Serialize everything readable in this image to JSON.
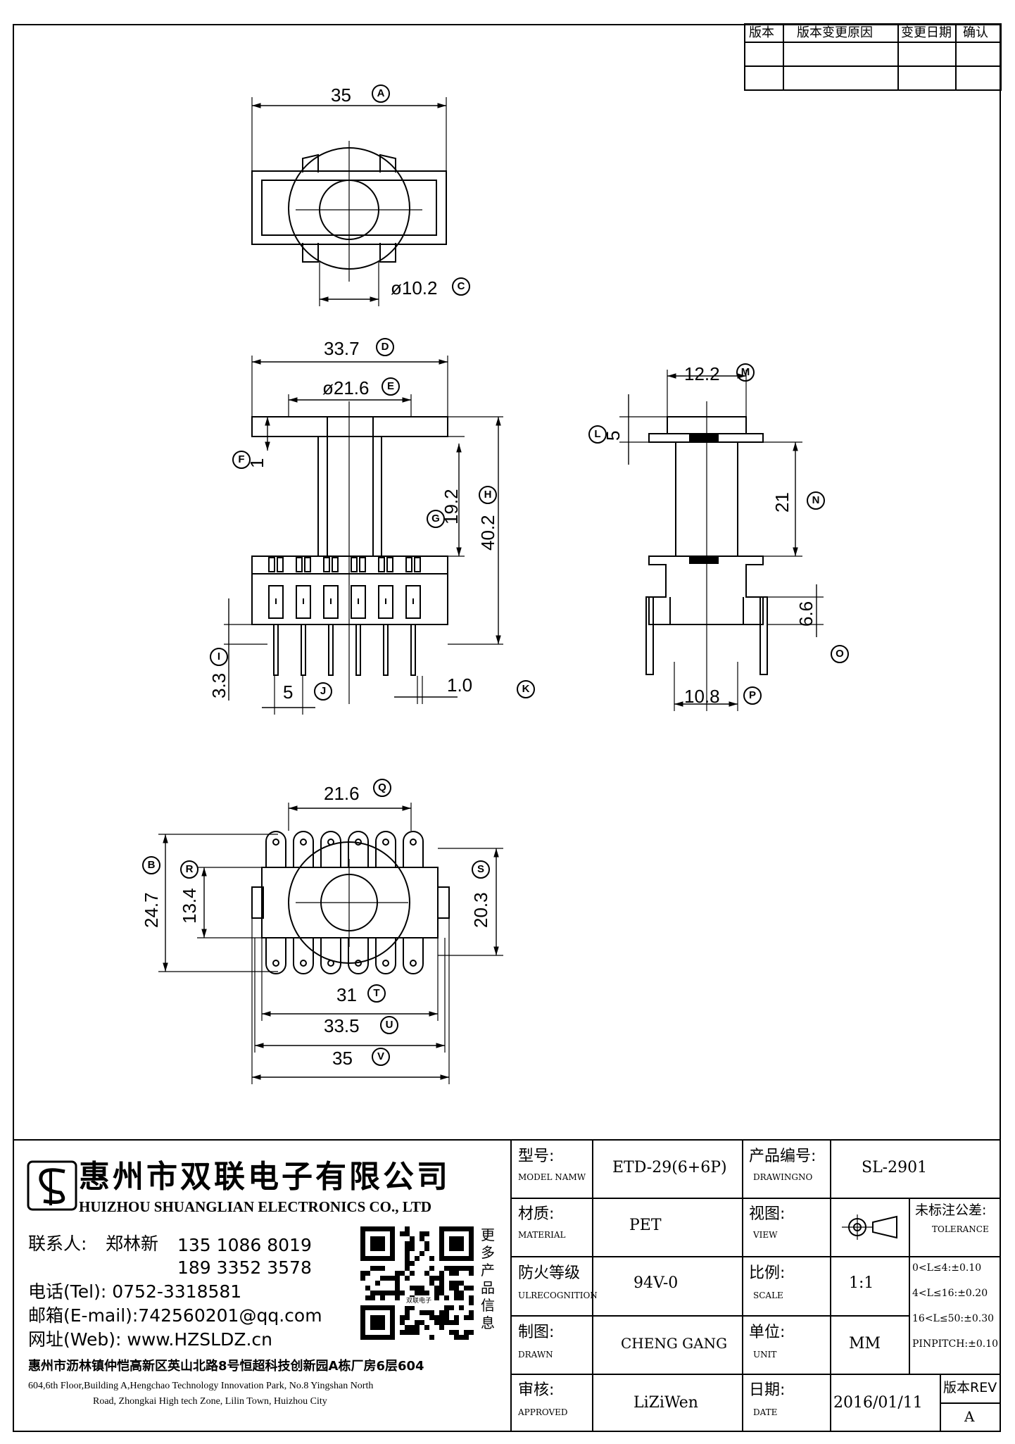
{
  "revision_table": {
    "headers": [
      "版本",
      "版本变更原因",
      "变更日期",
      "确认"
    ]
  },
  "dimensions": {
    "A": {
      "value": "35",
      "letter": "A"
    },
    "C": {
      "value": "ø10.2",
      "letter": "C"
    },
    "D": {
      "value": "33.7",
      "letter": "D"
    },
    "E": {
      "value": "ø21.6",
      "letter": "E"
    },
    "F": {
      "value": "1",
      "letter": "F"
    },
    "G": {
      "value": "19.2",
      "letter": "G"
    },
    "H": {
      "value": "40.2",
      "letter": "H"
    },
    "I": {
      "value": "3.3",
      "letter": "I"
    },
    "J": {
      "value": "5",
      "letter": "J"
    },
    "K": {
      "value": "1.0",
      "letter": "K"
    },
    "L": {
      "value": "5",
      "letter": "L"
    },
    "M": {
      "value": "12.2",
      "letter": "M"
    },
    "N": {
      "value": "21",
      "letter": "N"
    },
    "O": {
      "value": "6.6",
      "letter": "O"
    },
    "P": {
      "value": "10.8",
      "letter": "P"
    },
    "Q": {
      "value": "21.6",
      "letter": "Q"
    },
    "B": {
      "value": "24.7",
      "letter": "B"
    },
    "R": {
      "value": "13.4",
      "letter": "R"
    },
    "S": {
      "value": "20.3",
      "letter": "S"
    },
    "T": {
      "value": "31",
      "letter": "T"
    },
    "U": {
      "value": "33.5",
      "letter": "U"
    },
    "V": {
      "value": "35",
      "letter": "V"
    }
  },
  "company": {
    "name_cn": "惠州市双联电子有限公司",
    "name_en": "HUIZHOU SHUANGLIAN ELECTRONICS CO., LTD",
    "contact_label": "联系人:",
    "contact_name": "郑林新",
    "phone1": "135 1086 8019",
    "phone2": "189 3352 3578",
    "tel": "电话(Tel): 0752-3318581",
    "email": "邮箱(E-mail):742560201@qq.com",
    "web": "网址(Web): www.HZSLDZ.cn",
    "more_info": "更多产品信息",
    "address_cn": "惠州市沥林镇仲恺高新区英山北路8号恒超科技创新园A栋厂房6层604",
    "address_en_1": "604,6th Floor,Building A,Hengchao Technology Innovation Park, No.8 Yingshan North",
    "address_en_2": "Road, Zhongkai High tech Zone, Lilin Town, Huizhou City",
    "qr_caption": "双联电子"
  },
  "title_block": {
    "model_label_cn": "型号:",
    "model_label_en": "MODEL NAMW",
    "model_value": "ETD-29(6+6P)",
    "drawingno_label_cn": "产品编号:",
    "drawingno_label_en": "DRAWINGNO",
    "drawingno_value": "SL-2901",
    "material_label_cn": "材质:",
    "material_label_en": "MATERIAL",
    "material_value": "PET",
    "view_label_cn": "视图:",
    "view_label_en": "VIEW",
    "tolerance_label_cn": "未标注公差:",
    "tolerance_label_en": "TOLERANCE",
    "tolerance_1": "0<L≤4:±0.10",
    "tolerance_2": "4<L≤16:±0.20",
    "tolerance_3": "16<L≤50:±0.30",
    "tolerance_4": "PINPITCH:±0.10",
    "fire_label_cn": "防火等级",
    "fire_label_en": "ULRECOGNITION",
    "fire_value": "94V-0",
    "scale_label_cn": "比例:",
    "scale_label_en": "SCALE",
    "scale_value": "1:1",
    "drawn_label_cn": "制图:",
    "drawn_label_en": "DRAWN",
    "drawn_value": "CHENG GANG",
    "unit_label_cn": "单位:",
    "unit_label_en": "UNIT",
    "unit_value": "MM",
    "approved_label_cn": "审核:",
    "approved_label_en": "APPROVED",
    "approved_value": "LiZiWen",
    "date_label_cn": "日期:",
    "date_label_en": "DATE",
    "date_value": "2016/01/11",
    "rev_label": "版本REV",
    "rev_value": "A"
  }
}
